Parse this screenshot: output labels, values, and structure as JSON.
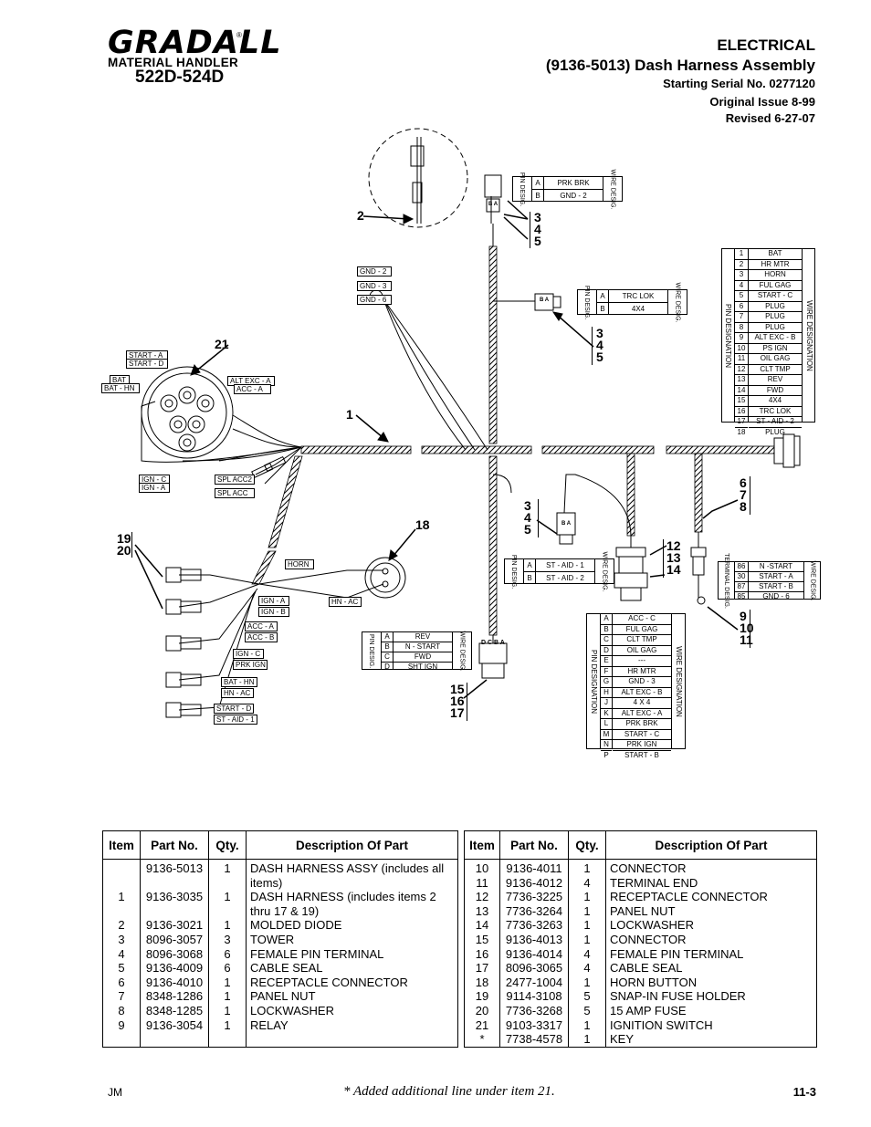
{
  "brand": {
    "logo": "GRADALL",
    "registered": "®",
    "subtitle": "MATERIAL HANDLER",
    "model": "522D-524D"
  },
  "header": {
    "title": "ELECTRICAL",
    "subtitle": "(9136-5013) Dash Harness Assembly",
    "serial": "Starting Serial No. 0277120",
    "issue": "Original Issue 8-99",
    "revised": "Revised 6-27-07"
  },
  "labels": {
    "gnd": [
      "GND - 2",
      "GND - 3",
      "GND - 6"
    ],
    "start": [
      "START - A",
      "START - D"
    ],
    "bat": [
      "BAT",
      "BAT - HN"
    ],
    "altexc": [
      "ALT EXC - A",
      "ACC - A"
    ],
    "ign": [
      "IGN - C",
      "IGN - A"
    ],
    "spl": [
      "SPL ACC2",
      "SPL ACC"
    ],
    "horn": "HORN",
    "hnac": "HN - AC",
    "left": [
      "IGN - A",
      "IGN - B",
      "ACC - A",
      "ACC - B",
      "IGN - C",
      "PRK IGN",
      "BAT - HN",
      "HN - AC",
      "START - D",
      "ST - AID - 1"
    ]
  },
  "pin_tables": {
    "prk": {
      "pin": "PIN DESIG.",
      "wire": "WIRE DESIG.",
      "rows": [
        [
          "A",
          "PRK BRK"
        ],
        [
          "B",
          "GND - 2"
        ]
      ]
    },
    "trc": {
      "pin": "PIN DESIG.",
      "wire": "WIRE DESIG.",
      "rows": [
        [
          "A",
          "TRC LOK"
        ],
        [
          "B",
          "4X4"
        ]
      ]
    },
    "staid": {
      "pin": "PIN DESIG.",
      "wire": "WIRE DESIG.",
      "rows": [
        [
          "A",
          "ST - AID - 1"
        ],
        [
          "B",
          "ST - AID - 2"
        ]
      ]
    },
    "rev": {
      "pin": "PIN DESIG.",
      "wire": "WIRE DESIG.",
      "rows": [
        [
          "A",
          "REV"
        ],
        [
          "B",
          "N - START"
        ],
        [
          "C",
          "FWD"
        ],
        [
          "D",
          "SHT IGN"
        ]
      ]
    },
    "relay": {
      "pin": "TERMINAL DESIG.",
      "wire": "WIRE DESIG.",
      "rows": [
        [
          "86",
          "N -START"
        ],
        [
          "30",
          "START - A"
        ],
        [
          "87",
          "START - B"
        ],
        [
          "85",
          "GND - 6"
        ]
      ]
    },
    "big": {
      "pin": "PIN DESIGNATION",
      "wire": "WIRE DESIGNATION",
      "rows": [
        [
          "1",
          "BAT"
        ],
        [
          "2",
          "HR MTR"
        ],
        [
          "3",
          "HORN"
        ],
        [
          "4",
          "FUL GAG"
        ],
        [
          "5",
          "START - C"
        ],
        [
          "6",
          "PLUG"
        ],
        [
          "7",
          "PLUG"
        ],
        [
          "8",
          "PLUG"
        ],
        [
          "9",
          "ALT EXC - B"
        ],
        [
          "10",
          "PS IGN"
        ],
        [
          "11",
          "OIL GAG"
        ],
        [
          "12",
          "CLT TMP"
        ],
        [
          "13",
          "REV"
        ],
        [
          "14",
          "FWD"
        ],
        [
          "15",
          "4X4"
        ],
        [
          "16",
          "TRC LOK"
        ],
        [
          "17",
          "ST - AID - 2"
        ],
        [
          "18",
          "PLUG"
        ]
      ]
    },
    "alpha": {
      "pin": "PIN DESIGNATION",
      "wire": "WIRE DESIGNATION",
      "rows": [
        [
          "A",
          "ACC - C"
        ],
        [
          "B",
          "FUL GAG"
        ],
        [
          "C",
          "CLT TMP"
        ],
        [
          "D",
          "OIL GAG"
        ],
        [
          "E",
          "---"
        ],
        [
          "F",
          "HR MTR"
        ],
        [
          "G",
          "GND - 3"
        ],
        [
          "H",
          "ALT EXC - B"
        ],
        [
          "J",
          "4 X 4"
        ],
        [
          "K",
          "ALT EXC - A"
        ],
        [
          "L",
          "PRK BRK"
        ],
        [
          "M",
          "START - C"
        ],
        [
          "N",
          "PRK IGN"
        ],
        [
          "P",
          "START - B"
        ]
      ]
    }
  },
  "callouts": {
    "n2": "2",
    "n1": "1",
    "n21": "21",
    "n18": "18",
    "n345a": [
      "3",
      "4",
      "5"
    ],
    "n345b": [
      "3",
      "4",
      "5"
    ],
    "n345c": [
      "3",
      "4",
      "5"
    ],
    "n678": [
      "6",
      "7",
      "8"
    ],
    "n121314": [
      "12",
      "13",
      "14"
    ],
    "n91011": [
      "9",
      "10",
      "11"
    ],
    "n151617": [
      "15",
      "16",
      "17"
    ],
    "n1920": [
      "19",
      "20"
    ]
  },
  "connector_letters": {
    "ba": "B A",
    "dcba": "D C B A"
  },
  "parts_table": {
    "headers": [
      "Item",
      "Part No.",
      "Qty.",
      "Description Of Part"
    ],
    "left": {
      "items": [
        "",
        "",
        "1",
        "",
        "2",
        "3",
        "4",
        "5",
        "6",
        "7",
        "8",
        "9"
      ],
      "parts": [
        "9136-5013",
        "",
        "9136-3035",
        "",
        "9136-3021",
        "8096-3057",
        "8096-3068",
        "9136-4009",
        "9136-4010",
        "8348-1286",
        "8348-1285",
        "9136-3054"
      ],
      "qty": [
        "1",
        "",
        "1",
        "",
        "1",
        "3",
        "6",
        "6",
        "1",
        "1",
        "1",
        "1"
      ],
      "desc": [
        "DASH HARNESS ASSY (includes all",
        "items)",
        "DASH HARNESS (includes items 2",
        "thru 17 & 19)",
        "MOLDED DIODE",
        "TOWER",
        "FEMALE PIN TERMINAL",
        "CABLE SEAL",
        "RECEPTACLE CONNECTOR",
        "PANEL NUT",
        "LOCKWASHER",
        "RELAY"
      ]
    },
    "right": {
      "items": [
        "10",
        "11",
        "12",
        "13",
        "14",
        "15",
        "16",
        "17",
        "18",
        "19",
        "20",
        "21",
        "*"
      ],
      "parts": [
        "9136-4011",
        "9136-4012",
        "7736-3225",
        "7736-3264",
        "7736-3263",
        "9136-4013",
        "9136-4014",
        "8096-3065",
        "2477-1004",
        "9114-3108",
        "7736-3268",
        "9103-3317",
        "7738-4578"
      ],
      "qty": [
        "1",
        "4",
        "1",
        "1",
        "1",
        "1",
        "4",
        "4",
        "1",
        "5",
        "5",
        "1",
        "1"
      ],
      "desc": [
        "CONNECTOR",
        "TERMINAL END",
        "RECEPTACLE CONNECTOR",
        "PANEL NUT",
        "LOCKWASHER",
        "CONNECTOR",
        "FEMALE PIN TERMINAL",
        "CABLE SEAL",
        "HORN BUTTON",
        "SNAP-IN FUSE HOLDER",
        "15 AMP FUSE",
        "IGNITION SWITCH",
        " KEY"
      ]
    }
  },
  "footer": {
    "left": "JM",
    "note": "* Added additional line under item 21.",
    "page": "11-3"
  }
}
